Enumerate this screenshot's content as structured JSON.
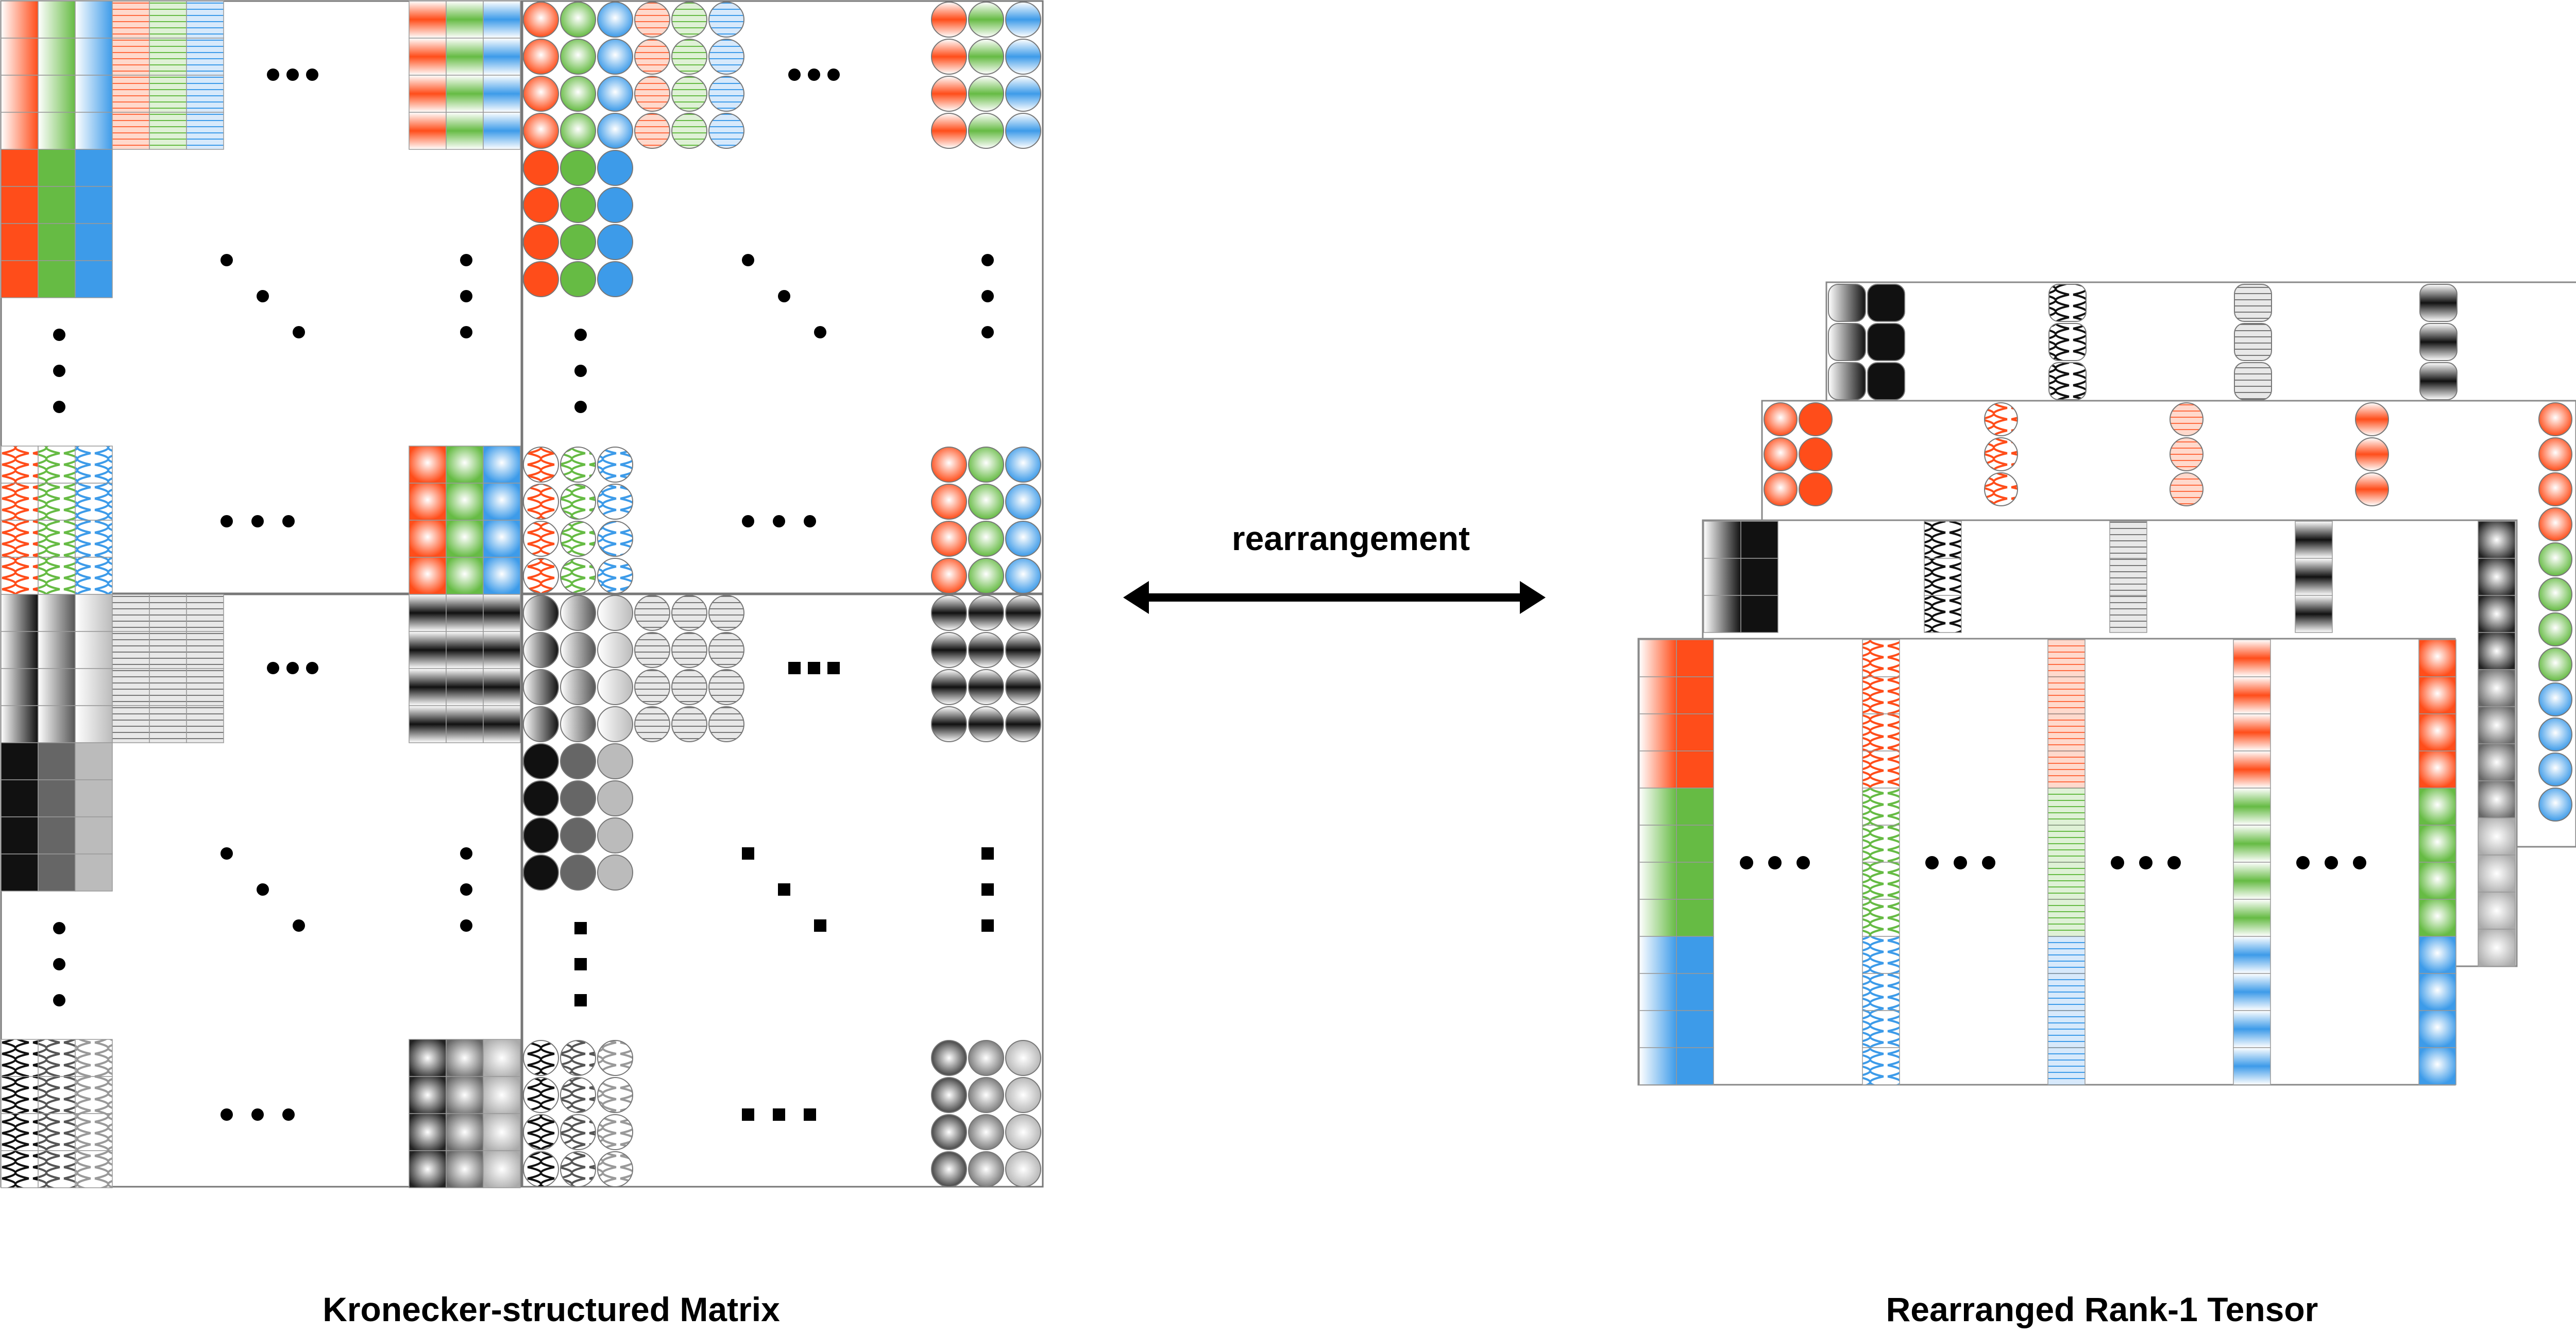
{
  "labels": {
    "arrow_label": "rearrangement",
    "left_caption": "Kronecker-structured Matrix",
    "right_caption": "Rearranged Rank-1 Tensor"
  },
  "colors": {
    "red": "#ff4d1a",
    "green": "#66bb44",
    "blue": "#3d9be9",
    "black": "#111111",
    "dark_gray": "#555555",
    "mid_gray": "#8a8a8a",
    "light_gray": "#d0d0d0"
  },
  "pattern_names": [
    "gradient",
    "solid",
    "stripes",
    "wave",
    "band",
    "bubble",
    "circle",
    "barrel"
  ]
}
